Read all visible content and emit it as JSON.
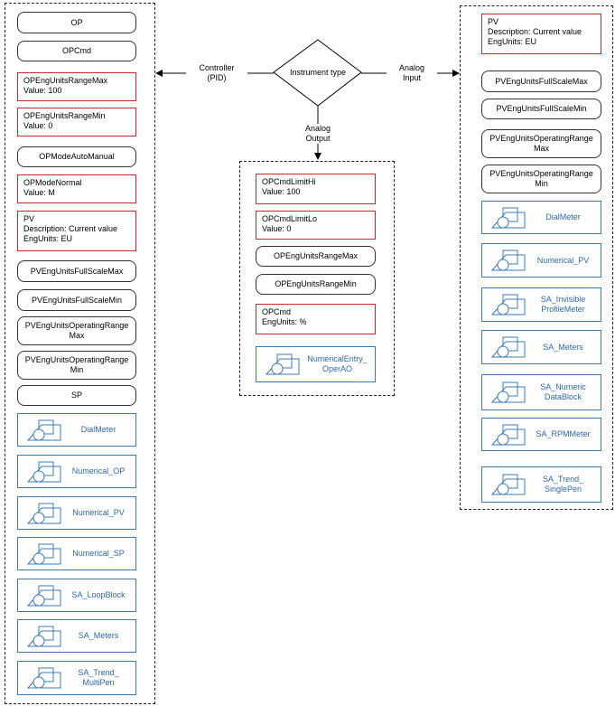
{
  "instrument_type": "Instrument type",
  "branches": {
    "controller": "Controller\n(PID)",
    "analog_output": "Analog\nOutput",
    "analog_input": "Analog\nInput"
  },
  "controller_items": [
    {
      "text": "OP",
      "style": "pill"
    },
    {
      "text": "OPCmd",
      "style": "pill"
    },
    {
      "text": "OPEngUnitsRangeMax\nValue: 100",
      "style": "rect"
    },
    {
      "text": "OPEngUnitsRangeMin\nValue: 0",
      "style": "rect"
    },
    {
      "text": "OPModeAutoManual",
      "style": "pill"
    },
    {
      "text": "OPModeNormal\nValue: M",
      "style": "rect"
    },
    {
      "text": "PV\nDescription: Current value\nEngUnits: EU",
      "style": "rect"
    },
    {
      "text": "PVEngUnitsFullScaleMax",
      "style": "pill"
    },
    {
      "text": "PVEngUnitsFullScaleMin",
      "style": "pill"
    },
    {
      "text": "PVEngUnitsOperatingRange\nMax",
      "style": "pill"
    },
    {
      "text": "PVEngUnitsOperatingRange\nMin",
      "style": "pill"
    },
    {
      "text": "SP",
      "style": "pill"
    },
    {
      "text": "DialMeter",
      "style": "blue"
    },
    {
      "text": "Numerical_OP",
      "style": "blue"
    },
    {
      "text": "Numerical_PV",
      "style": "blue"
    },
    {
      "text": "Numerical_SP",
      "style": "blue"
    },
    {
      "text": "SA_LoopBlock",
      "style": "blue"
    },
    {
      "text": "SA_Meters",
      "style": "blue"
    },
    {
      "text": "SA_Trend_\nMultiPen",
      "style": "blue"
    }
  ],
  "output_items": [
    {
      "text": "OPCmdLimitHi\nValue: 100",
      "style": "rect"
    },
    {
      "text": "OPCmdLimitLo\nValue: 0",
      "style": "rect"
    },
    {
      "text": "OPEngUnitsRangeMax",
      "style": "pill"
    },
    {
      "text": "OPEngUnitsRangeMin",
      "style": "pill"
    },
    {
      "text": "OPCmd\nEngUnits: %",
      "style": "rect"
    },
    {
      "text": "NumericalEntry_\nOperAO",
      "style": "blue"
    }
  ],
  "input_items": [
    {
      "text": "PV\nDescription: Current value\nEngUnits: EU",
      "style": "rect"
    },
    {
      "text": "PVEngUnitsFullScaleMax",
      "style": "pill"
    },
    {
      "text": "PVEngUnitsFullScaleMin",
      "style": "pill"
    },
    {
      "text": "PVEngUnitsOperatingRange\nMax",
      "style": "pill"
    },
    {
      "text": "PVEngUnitsOperatingRange\nMin",
      "style": "pill"
    },
    {
      "text": "DialMeter",
      "style": "blue"
    },
    {
      "text": "Numerical_PV",
      "style": "blue"
    },
    {
      "text": "SA_Invisible\nProfileMeter",
      "style": "blue"
    },
    {
      "text": "SA_Meters",
      "style": "blue"
    },
    {
      "text": "SA_Numeric\nDataBlock",
      "style": "blue"
    },
    {
      "text": "SA_RPMMeter",
      "style": "blue"
    },
    {
      "text": "SA_Trend_\nSinglePen",
      "style": "blue"
    }
  ]
}
